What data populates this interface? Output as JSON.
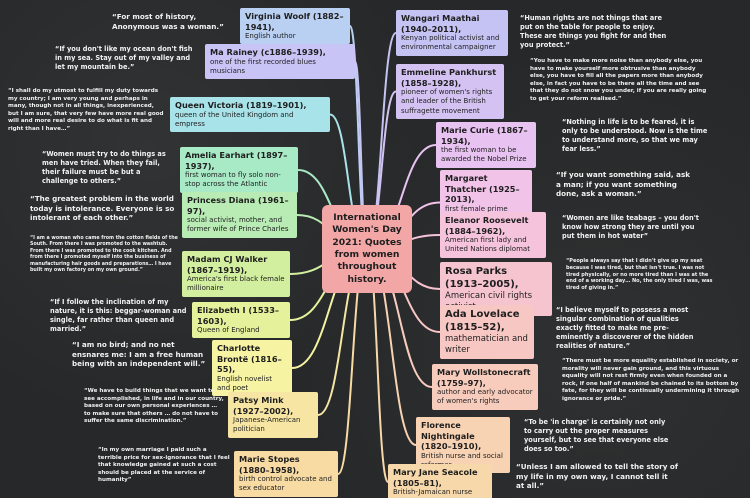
{
  "title": "International Women's Day 2021: Quotes from women throughout history.",
  "colors": {
    "background": "#262829",
    "center": "#f3a6a6"
  },
  "left": [
    {
      "name": "Virginia Woolf (1882–1941),",
      "desc": "English author",
      "color": "#b9d0f3",
      "quote": "“For most of history, Anonymous was a woman.”"
    },
    {
      "name": "Ma Rainey (c1886–1939),",
      "desc": "one of the first recorded blues musicians",
      "color": "#c8c4f5",
      "quote": "“If you don't like my ocean don't fish in my sea. Stay out of my valley and let my mountain be.”"
    },
    {
      "name": "Queen Victoria (1819–1901),",
      "desc": "queen of the United Kingdom and empress",
      "color": "#a9e3ea",
      "quote": "“I shall do my utmost to fulfill my duty towards my country; I am very young and perhaps in many, though not in all things, inexperienced, but I am sure, that very few have more real good will and more real desire to do what is fit and right than I have…”"
    },
    {
      "name": "Amelia Earhart (1897–1937),",
      "desc": "first woman to fly solo non-stop across the Atlantic",
      "color": "#a8e9c6",
      "quote": "“Women must try to do things as men have tried. When they fail, their failure must be but a challenge to others.”"
    },
    {
      "name": "Princess Diana (1961–97),",
      "desc": "social activist, mother, and former wife of Prince Charles",
      "color": "#b9ecb4",
      "quote": "“The greatest problem in the world today is intolerance. Everyone is so intolerant of each other.”"
    },
    {
      "name": "Madam CJ Walker (1867–1919),",
      "desc": "America's first black female millionaire",
      "color": "#d2ef9f",
      "quote": "“I am a woman who came from the cotton fields of the South. From there I was promoted to the washtub. From there I was promoted to the cook kitchen. And from there I promoted myself into the business of manufacturing hair goods and preparations… I have built my own factory on my own ground.”"
    },
    {
      "name": "Elizabeth I (1533–1603),",
      "desc": "Queen of England",
      "color": "#e6f29b",
      "quote": "“If I follow the inclination of my nature, it is this: beggar-woman and single, far rather than queen and married.”"
    },
    {
      "name": "Charlotte Brontë (1816–55),",
      "desc": "English novelist and poet",
      "color": "#f6f3a3",
      "quote": "“I am no bird; and no net ensnares me: I am a free human being with an independent will.”"
    },
    {
      "name": "Patsy Mink (1927–2002),",
      "desc": "Japanese-American politician",
      "color": "#f7e6a3",
      "quote": "“We have to build things that we want to see accomplished, in life and in our country, based on our own personal experiences … to make sure that others … do not have to suffer the same discrimination.”"
    },
    {
      "name": "Marie Stopes (1880–1958),",
      "desc": "birth control advocate and sex educator",
      "color": "#f7dba3",
      "quote": "“In my own marriage I paid such a terrible price for sex-ignorance that I feel that knowledge gained at such a cost should be placed at the service of humanity”"
    }
  ],
  "right": [
    {
      "name": "Wangari Maathai (1940–2011),",
      "desc": "Kenyan political activist and environmental campaigner",
      "color": "#c5c3f3",
      "quote": "“Human rights are not things that are put on the table for people to enjoy. These are things you fight for and then you protect.”"
    },
    {
      "name": "Emmeline Pankhurst (1858–1928),",
      "desc": "pioneer of women's rights and leader of the British suffragette movement",
      "color": "#d4c3f2",
      "quote": "“You have to make more noise than anybody else, you have to make yourself more obtrusive than anybody else, you have to fill all the papers more than anybody else, in fact you have to be there all the time and see that they do not snow you under, if you are really going to get your reform realised.”"
    },
    {
      "name": "Marie Curie (1867–1934),",
      "desc": "the first woman to be awarded the Nobel Prize",
      "color": "#e8c2f1",
      "quote": "“Nothing in life is to be feared, it is only to be understood. Now is the time to understand more, so that we may fear less.”"
    },
    {
      "name": "Margaret Thatcher (1925–2013),",
      "desc": "first female prime minister of the United Kingdom",
      "color": "#f1c3e9",
      "quote": "“If you want something said, ask a man; if you want something done, ask a woman.”"
    },
    {
      "name": "Eleanor Roosevelt (1884–1962),",
      "desc": "American first lady and United Nations diplomat",
      "color": "#f5c3dc",
      "quote": "“Women are like teabags – you don't know how strong they are until you put them in hot water”"
    },
    {
      "name": "Rosa Parks (1913–2005),",
      "desc": "American civil rights activist",
      "color": "#f6c4cf",
      "quote": "“People always say that I didn't give up my seat because I was tired, but that isn't true. I was not tired physically, or no more tired than I was at the end of a working day… No, the only tired I was, was tired of giving in.”"
    },
    {
      "name": "Ada Lovelace (1815–52),",
      "desc": "mathematician and writer",
      "color": "#f7c7c4",
      "quote": "“I believe myself to possess a most singular combination of qualities exactly fitted to make me pre-eminently a discoverer of the hidden realities of nature.”"
    },
    {
      "name": "Mary Wollstonecraft (1759–97),",
      "desc": "author and early advocator of women's rights",
      "color": "#f7ccbc",
      "quote": "“There must be more equality established in society, or morality will never gain ground, and this virtuous equality will not rest firmly even when founded on a rock, if one half of mankind be chained to its bottom by fate, for they will be continually undermining it through ignorance or pride.”"
    },
    {
      "name": "Florence Nightingale (1820–1910),",
      "desc": "British nurse and social reformer",
      "color": "#f7d2b3",
      "quote": "“To be 'in charge' is certainly not only to carry out the proper measures yourself, but to see that everyone else does so too.”"
    },
    {
      "name": "Mary Jane Seacole (1805–81),",
      "desc": "British-Jamaican nurse",
      "color": "#f7d8ab",
      "quote": "“Unless I am allowed to tell the story of my life in my own way, I cannot tell it at all.”"
    }
  ]
}
